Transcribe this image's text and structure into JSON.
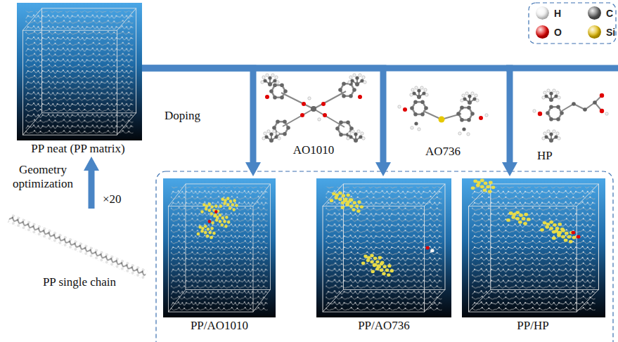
{
  "diagram": {
    "nodes": [
      {
        "text": [
          "PP neat (PP matrix)"
        ]
      },
      {
        "text": [
          "AO1010"
        ]
      },
      {
        "text": [
          "AO736"
        ]
      },
      {
        "text": [
          "HP"
        ]
      },
      {
        "text": [
          "PP single chain"
        ]
      },
      {
        "text": [
          "PP/AO1010"
        ]
      },
      {
        "text": [
          "PP/AO736"
        ]
      },
      {
        "text": [
          "PP/HP"
        ]
      }
    ],
    "edges": [
      {
        "from": 0,
        "to": 5,
        "arrow": "to"
      },
      {
        "from": 0,
        "to": 6,
        "arrow": "to"
      },
      {
        "from": 0,
        "to": 7,
        "arrow": "to"
      },
      {
        "from": 4,
        "to": 0,
        "arrow": "to"
      }
    ],
    "labels": [
      "Doping",
      "Geometry optimization",
      "×20"
    ],
    "legend": [
      {
        "text": "H",
        "color": "#f4f4f4"
      },
      {
        "text": "C",
        "color": "#5a5a5a"
      },
      {
        "text": "O",
        "color": "#e00000"
      },
      {
        "text": "Si",
        "color": "#e0b800"
      }
    ]
  }
}
